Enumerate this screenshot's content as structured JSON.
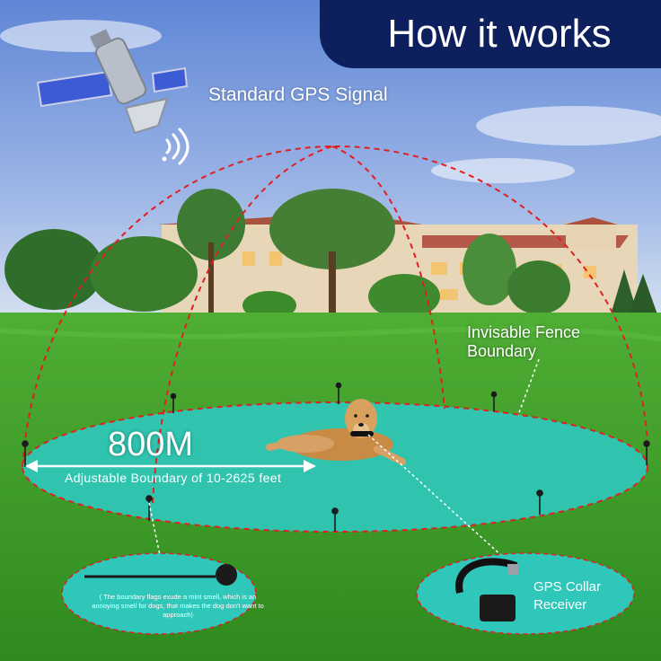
{
  "header": {
    "title": "How it works"
  },
  "signal": {
    "label": "Standard GPS Signal"
  },
  "fence": {
    "label_line1": "Invisable Fence",
    "label_line2": "Boundary"
  },
  "range": {
    "distance": "800M",
    "description": "Adjustable Boundary of 10-2625 feet"
  },
  "flag_callout": {
    "note": "( The boundary flags exude a mint smell, which is an annoying smell for dogs, that makes the dog don't want to approach)"
  },
  "collar_callout": {
    "label_line1": "GPS Collar",
    "label_line2": "Receiver"
  },
  "colors": {
    "banner": "#0d1f5c",
    "fence_line": "#e02020",
    "pad": "#2fc7b9",
    "grass": "#3f9e2a",
    "sky": "#6f93d8"
  },
  "icons": [
    "satellite-icon",
    "signal-waves-icon",
    "boundary-flag-icon",
    "gps-collar-icon",
    "dog-illustration"
  ]
}
